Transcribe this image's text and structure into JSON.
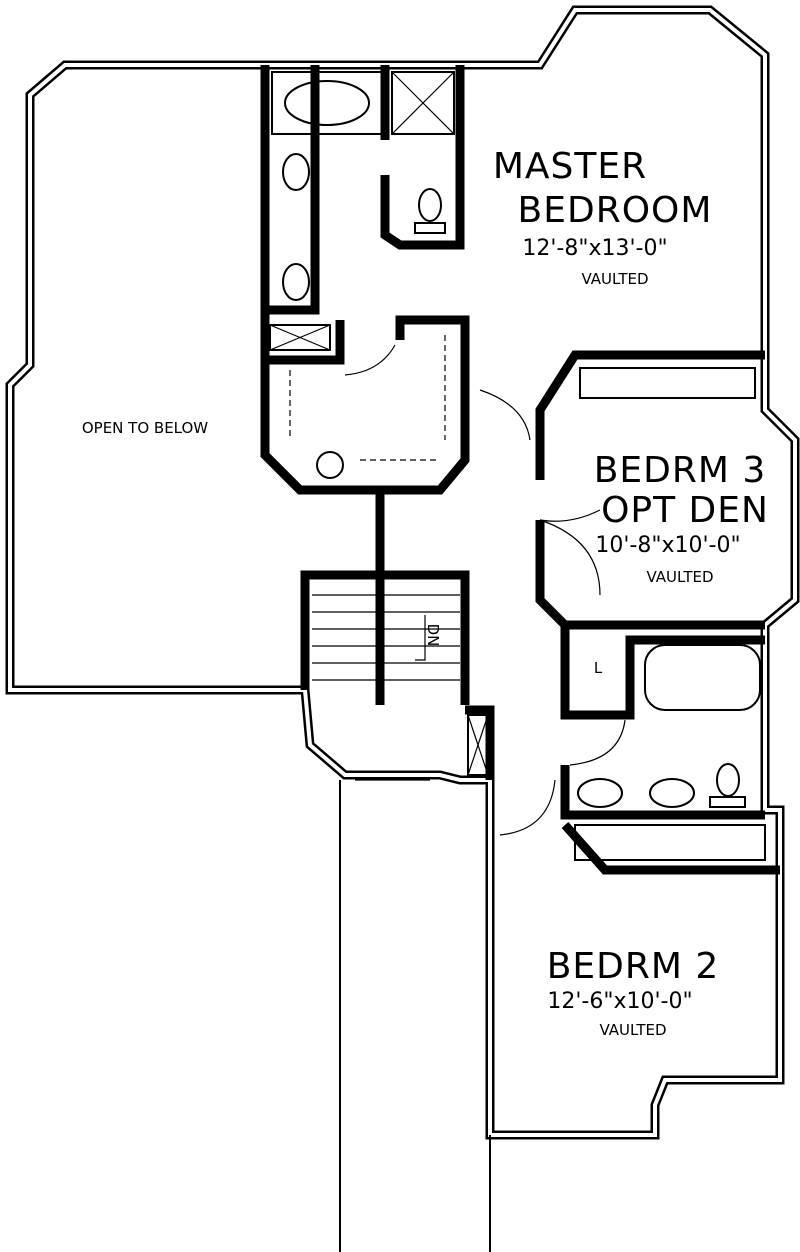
{
  "rooms": {
    "master": {
      "name_line1": "MASTER",
      "name_line2": "BEDROOM",
      "size": "12'-8\"x13'-0\"",
      "note": "VAULTED"
    },
    "open": {
      "label": "OPEN TO BELOW"
    },
    "bed3": {
      "name_line1": "BEDRM 3",
      "name_line2": "OPT DEN",
      "size": "10'-8\"x10'-0\"",
      "note": "VAULTED"
    },
    "bed2": {
      "name_line1": "BEDRM 2",
      "size": "12'-6\"x10'-0\"",
      "note": "VAULTED"
    },
    "stair": {
      "label": "DN"
    },
    "linen": {
      "label": "L"
    }
  }
}
